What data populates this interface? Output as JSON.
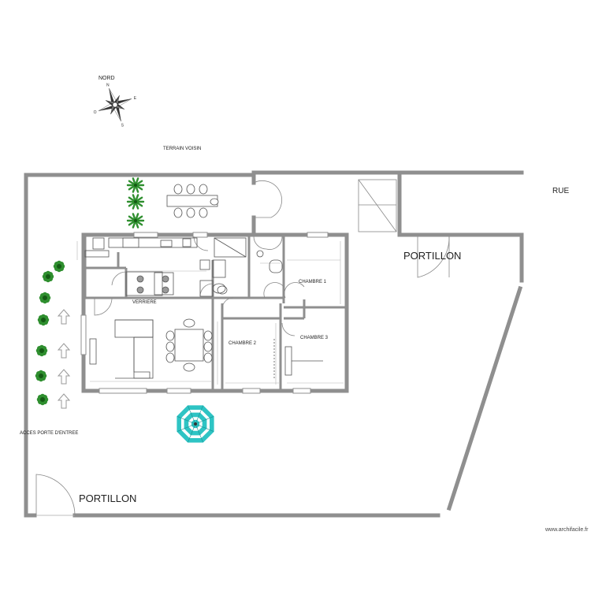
{
  "labels": {
    "north": "NORD",
    "neighbour": "TERRAIN VOISIN",
    "street": "RUE",
    "gate_right": "PORTILLON",
    "gate_bottom": "PORTILLON",
    "veranda": "VERRIERE",
    "bedroom1": "CHAMBRE 1",
    "bedroom2": "CHAMBRE 2",
    "bedroom3": "CHAMBRE 3",
    "entrance": "ACCES PORTE D'ENTREE",
    "credit": "www.archifacile.fr"
  },
  "compass": {
    "n": "N",
    "s": "S",
    "e": "E",
    "o": "O"
  },
  "colors": {
    "wall": "#8f8f8f",
    "plant": "#2f8f2f",
    "plant_dark": "#145a14",
    "parasol": "#2ec4c4",
    "furniture": "#555555"
  },
  "icons": [
    "compass-icon",
    "plant-icon",
    "arrow-up-icon",
    "parasol-icon",
    "chair-icon",
    "table-icon",
    "sofa-icon"
  ]
}
